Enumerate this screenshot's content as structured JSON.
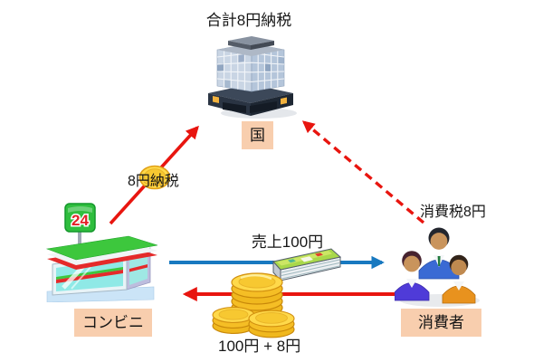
{
  "title": {
    "text": "合計8円納税"
  },
  "nodes": {
    "government": {
      "label": "国",
      "icon": "office-building-icon"
    },
    "store": {
      "label": "コンビニ",
      "icon": "convenience-store-icon",
      "sign_text": "24"
    },
    "consumer": {
      "label": "消費者",
      "icon": "consumer-group-icon"
    }
  },
  "flows": {
    "store_to_government": {
      "label": "8円納税",
      "arrow": "solid",
      "color": "#E8150F",
      "icon": "gold-coin-icon"
    },
    "consumer_to_government": {
      "label": "消費税8円",
      "arrow": "dashed",
      "color": "#E8150F"
    },
    "store_to_consumer": {
      "label": "売上100円",
      "arrow": "solid",
      "color": "#1879C0",
      "icon": "banknote-bundle-icon"
    },
    "consumer_to_store": {
      "label": "100円 + 8円",
      "arrow": "solid",
      "color": "#E8150F",
      "icon": "coin-stacks-icon"
    }
  },
  "colors": {
    "arrow_red": "#E8150F",
    "arrow_blue": "#1879C0",
    "label_background": "#F8CEAE",
    "coin_gold": "#FFD94A",
    "store_green": "#3DC73D",
    "store_red": "#E42A2A"
  }
}
